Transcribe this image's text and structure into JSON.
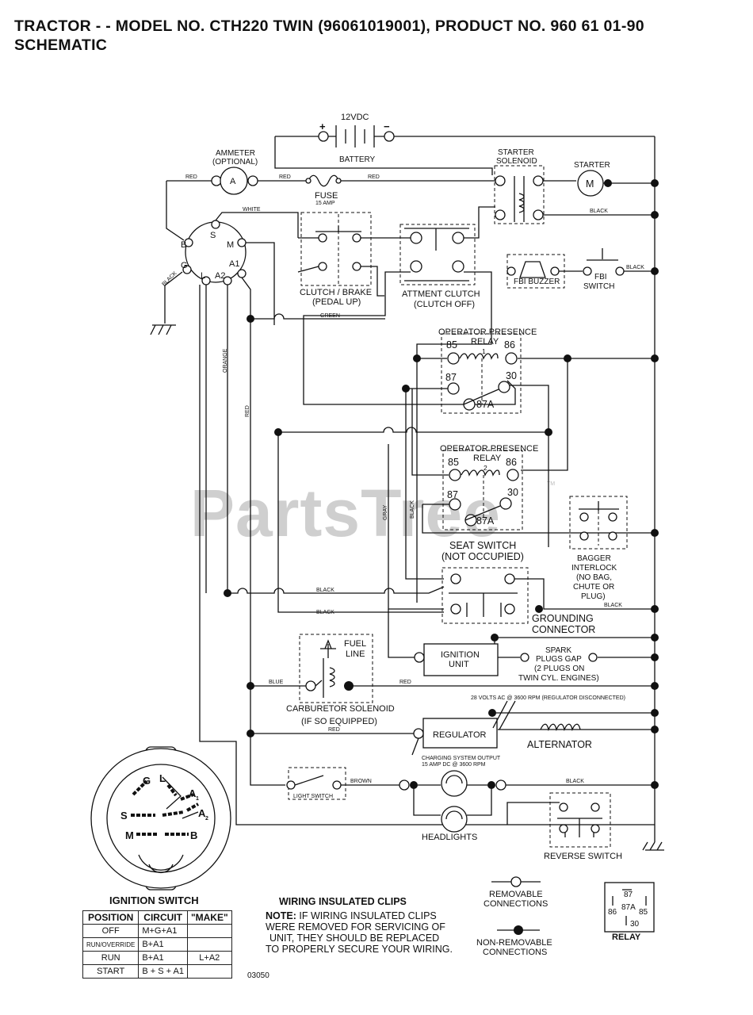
{
  "title": {
    "line1": "TRACTOR - - MODEL NO. CTH220 TWIN  (96061019001), PRODUCT NO. 960 61 01-90",
    "line2": "SCHEMATIC"
  },
  "watermark": "PartsTree",
  "watermark_tm": "TM",
  "components": {
    "voltage": "12VDC",
    "battery": "BATTERY",
    "plus": "+",
    "minus": "−",
    "ammeter_1": "AMMETER",
    "ammeter_2": "(OPTIONAL)",
    "ammeter_symbol": "A",
    "fuse": "FUSE",
    "fuse_rating": "15 AMP",
    "starter_solenoid_1": "STARTER",
    "starter_solenoid_2": "SOLENOID",
    "starter": "STARTER",
    "starter_symbol": "M",
    "clutch_brake_1": "CLUTCH / BRAKE",
    "clutch_brake_2": "(PEDAL UP)",
    "attment_clutch_1": "ATTMENT CLUTCH",
    "attment_clutch_2": "(CLUTCH OFF)",
    "fbi_buzzer": "FBI BUZZER",
    "fbi_switch_1": "FBI",
    "fbi_switch_2": "SWITCH",
    "relay1_title": "OPERATOR PRESENCE",
    "relay1_sub": "RELAY",
    "relay1_num": "1",
    "relay2_title": "OPERATOR PRESENCE",
    "relay2_sub": "RELAY",
    "relay2_num": "2",
    "pin85": "85",
    "pin86": "86",
    "pin87": "87",
    "pin30": "30",
    "pin87a": "87A",
    "seat_switch_1": "SEAT SWITCH",
    "seat_switch_2": "(NOT OCCUPIED)",
    "bagger_1": "BAGGER",
    "bagger_2": "INTERLOCK",
    "bagger_3": "(NO BAG,",
    "bagger_4": "CHUTE OR",
    "bagger_5": "PLUG)",
    "grounding_1": "GROUNDING",
    "grounding_2": "CONNECTOR",
    "fuel_line_1": "FUEL",
    "fuel_line_2": "LINE",
    "carb_1": "CARBURETOR SOLENOID",
    "carb_2": "(IF SO EQUIPPED)",
    "ignition_unit_1": "IGNITION",
    "ignition_unit_2": "UNIT",
    "spark_1": "SPARK",
    "spark_2": "PLUGS GAP",
    "spark_3": "(2 PLUGS ON",
    "spark_4": "TWIN CYL. ENGINES)",
    "volts_note": "28 VOLTS AC @ 3600 RPM (REGULATOR DISCONNECTED)",
    "regulator": "REGULATOR",
    "alternator": "ALTERNATOR",
    "charging_1": "CHARGING SYSTEM OUTPUT",
    "charging_2": "15 AMP DC @ 3600 RPM",
    "light_switch": "LIGHT SWITCH",
    "headlights": "HEADLIGHTS",
    "reverse_switch": "REVERSE SWITCH"
  },
  "terminals": {
    "b": "B",
    "s": "S",
    "m": "M",
    "g": "G",
    "a1": "A1",
    "l": "L",
    "a2": "A2"
  },
  "wire_colors": {
    "red": "RED",
    "white": "WHITE",
    "black": "BLACK",
    "green": "GREEN",
    "orange": "ORANGE",
    "gray": "GRAY",
    "blue": "BLUE",
    "brown": "BROWN"
  },
  "ignition_switch_face": {
    "g": "G",
    "l": "L",
    "a1": "A",
    "a1_sub": "1",
    "a2": "A",
    "a2_sub": "2",
    "s": "S",
    "m": "M",
    "b": "B"
  },
  "ignition_switch": {
    "title": "IGNITION SWITCH",
    "headers": [
      "POSITION",
      "CIRCUIT",
      "\"MAKE\""
    ],
    "rows": [
      [
        "OFF",
        "M+G+A1",
        ""
      ],
      [
        "RUN/OVERRIDE",
        "B+A1",
        ""
      ],
      [
        "RUN",
        "B+A1",
        "L+A2"
      ],
      [
        "START",
        "B + S + A1",
        ""
      ]
    ]
  },
  "code": "03050",
  "clips": {
    "title": "WIRING INSULATED CLIPS",
    "note_label": "NOTE:",
    "line1": " IF WIRING INSULATED CLIPS",
    "line2": "WERE REMOVED FOR SERVICING OF",
    "line3": "UNIT, THEY SHOULD BE REPLACED",
    "line4": "TO PROPERLY SECURE YOUR WIRING."
  },
  "legend": {
    "removable_1": "REMOVABLE",
    "removable_2": "CONNECTIONS",
    "non_removable_1": "NON-REMOVABLE",
    "non_removable_2": "CONNECTIONS"
  },
  "relay_symbol": {
    "p87": "87",
    "p87a": "87A",
    "p86": "86",
    "p85": "85",
    "p30": "30",
    "label": "RELAY"
  }
}
